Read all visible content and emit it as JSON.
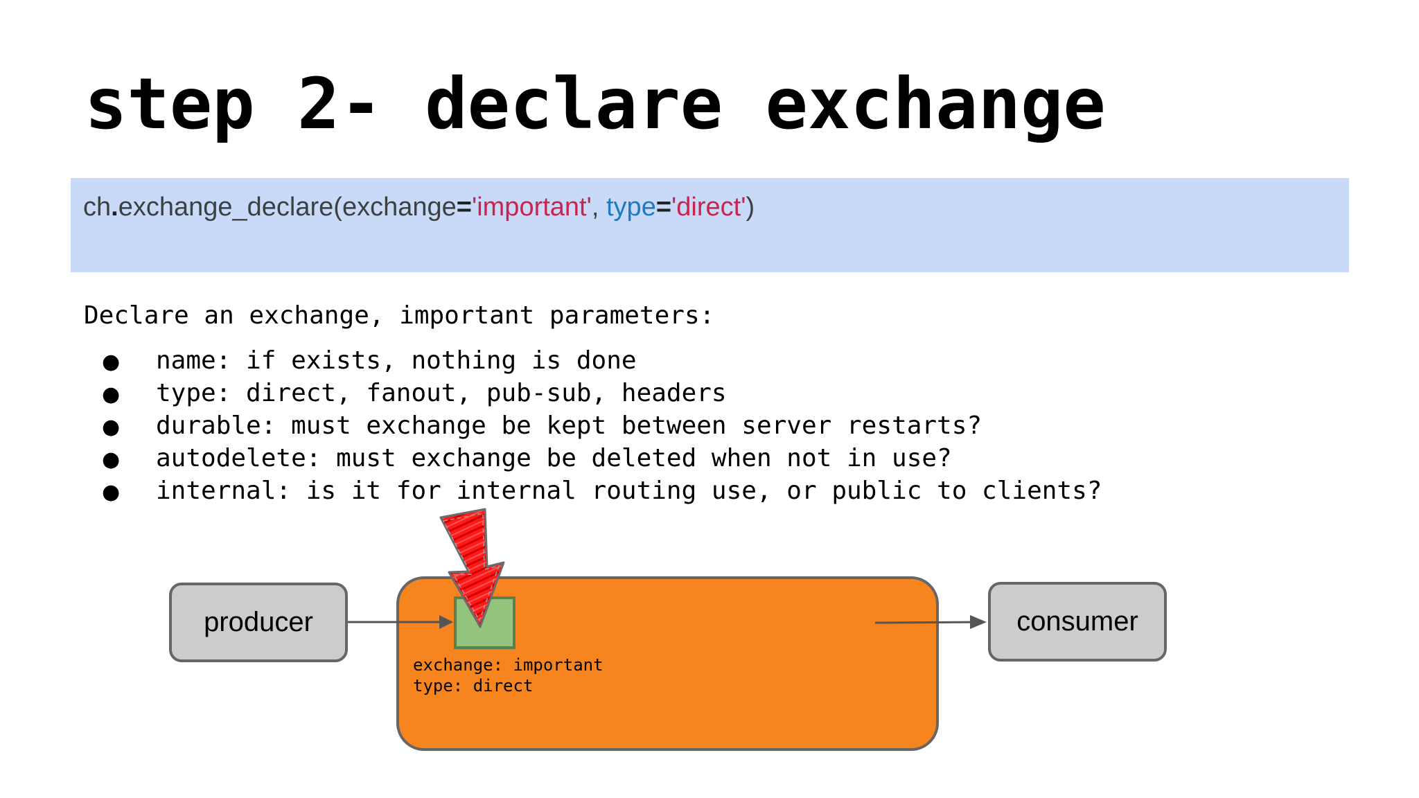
{
  "slide": {
    "title": "step 2- declare exchange"
  },
  "code": {
    "obj": "ch",
    "dot": ".",
    "func": "exchange_declare",
    "open": "(",
    "arg1_name": "exchange",
    "eq": "=",
    "arg1_value": "'important'",
    "comma": ", ",
    "arg2_name": "type",
    "arg2_value": "'direct'",
    "close": ")"
  },
  "description": {
    "intro": "Declare an exchange, important parameters:",
    "bullet_symbol": "●",
    "items": [
      "name: if exists, nothing is done",
      "type: direct, fanout, pub-sub, headers",
      "durable: must exchange be kept between server restarts?",
      "autodelete: must exchange be deleted when not in use?",
      "internal: is it for internal routing use, or public to clients?"
    ]
  },
  "diagram": {
    "producer_label": "producer",
    "consumer_label": "consumer",
    "exchange_name_line": "exchange: important",
    "exchange_type_line": "type: direct",
    "colors": {
      "node_fill": "#cccccc",
      "node_border": "#666666",
      "broker_fill": "#f6841f",
      "exchange_fill": "#93c47d",
      "highlight_arrow": "#ff0000"
    }
  }
}
